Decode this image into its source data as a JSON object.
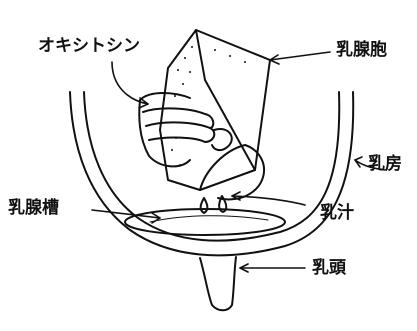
{
  "labels": {
    "oxytocin": "オキシトシン",
    "alveolus": "乳腺胞",
    "breast": "乳房",
    "sinus": "乳腺槽",
    "milk": "乳汁",
    "nipple": "乳頭"
  },
  "colors": {
    "ink": "#111111",
    "background": "#ffffff"
  }
}
